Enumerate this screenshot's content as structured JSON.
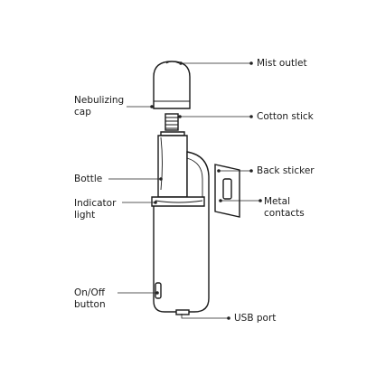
{
  "labels": {
    "mist_outlet": "Mist outlet",
    "nebulizing_cap_line1": "Nebulizing",
    "nebulizing_cap_line2": "cap",
    "cotton_stick": "Cotton stick",
    "bottle": "Bottle",
    "back_sticker": "Back sticker",
    "indicator_light_line1": "Indicator",
    "indicator_light_line2": "light",
    "metal_contacts_line1": "Metal",
    "metal_contacts_line2": "contacts",
    "on_off_button_line1": "On/Off",
    "on_off_button_line2": "button",
    "usb_port": "USB port"
  }
}
